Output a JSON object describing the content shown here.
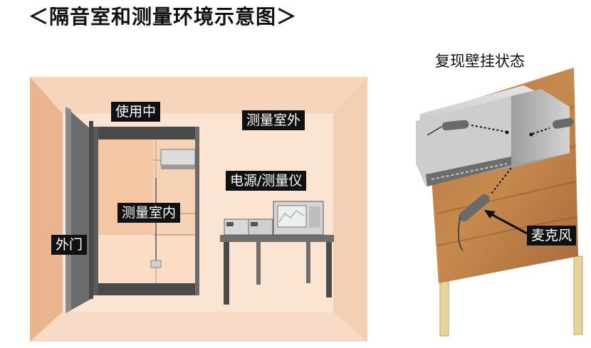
{
  "title": "＜隔音室和测量环境示意图＞",
  "wall_caption": "复现壁挂状态",
  "labels": {
    "in_use": "使用中",
    "outside_room": "测量室外",
    "power_instrument": "电源/测量仪",
    "inside_room": "测量室内",
    "outer_door": "外门",
    "microphone": "麦克风"
  }
}
